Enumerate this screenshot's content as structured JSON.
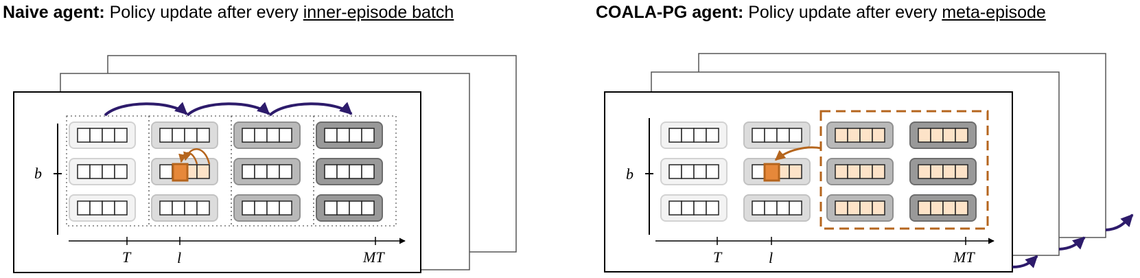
{
  "panels": [
    {
      "title_bold": "Naive agent:",
      "title_plain": " Policy update after every ",
      "title_underlined": "inner-episode batch"
    },
    {
      "title_bold": "COALA-PG agent:",
      "title_plain": " Policy update after every ",
      "title_underlined": "meta-episode"
    }
  ],
  "axis_labels": {
    "y": "b",
    "x_ticks": [
      "T",
      "l",
      "MT"
    ]
  },
  "colors": {
    "purple_arrow": "#2d1b6b",
    "orange_highlight": "#e6883a",
    "orange_light": "#fde3c8",
    "orange_dash": "#b5651d",
    "column_fills": [
      "#f3f3f3",
      "#dcdcdc",
      "#b9b9b9",
      "#999999"
    ]
  }
}
